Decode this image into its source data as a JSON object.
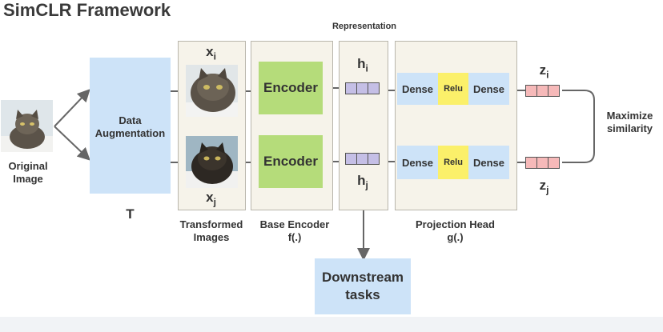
{
  "title": "SimCLR Framework",
  "original_image_label": [
    "Original",
    "Image"
  ],
  "augmentation": {
    "label": [
      "Data",
      "Augmentation"
    ],
    "symbol": "T"
  },
  "transformed": {
    "label": [
      "Transformed",
      "Images"
    ],
    "xi": "x",
    "xi_sub": "i",
    "xj": "x",
    "xj_sub": "j"
  },
  "encoder": {
    "block_label": "Encoder",
    "caption": [
      "Base Encoder",
      "f(.)"
    ]
  },
  "representation": {
    "label": "Representation",
    "hi": "h",
    "hi_sub": "i",
    "hj": "h",
    "hj_sub": "j"
  },
  "projection": {
    "dense": "Dense",
    "relu": "Relu",
    "caption": [
      "Projection Head",
      "g(.)"
    ]
  },
  "outputs": {
    "zi": "z",
    "zi_sub": "i",
    "zj": "z",
    "zj_sub": "j"
  },
  "objective": [
    "Maximize",
    "similarity"
  ],
  "downstream": [
    "Downstream",
    "tasks"
  ],
  "colors": {
    "augmentation": "#cde3f8",
    "encoder": "#b5dc7a",
    "relu": "#fbf06a",
    "h_vector": "#c5bfe6",
    "z_vector": "#f6b9b9",
    "panel": "#f6f3ea"
  }
}
